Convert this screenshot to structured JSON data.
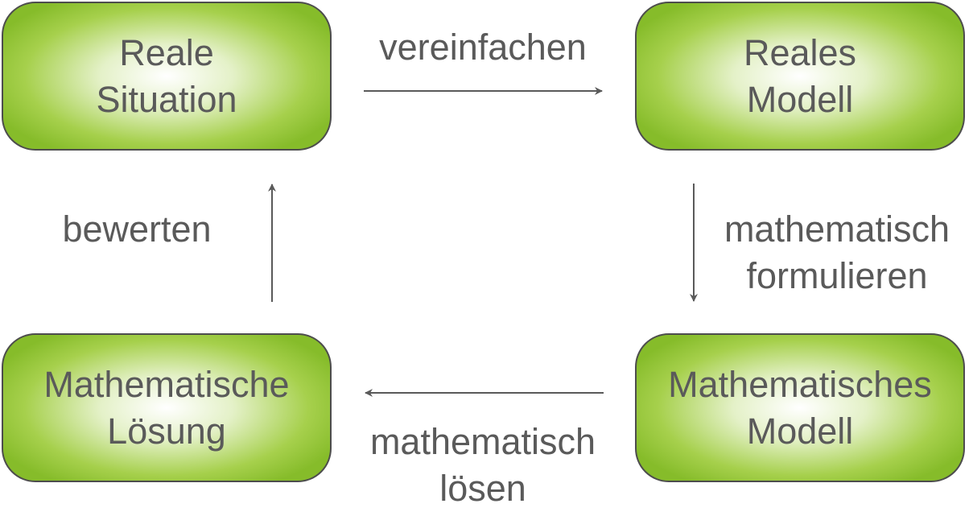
{
  "boxes": {
    "top_left": {
      "line1": "Reale",
      "line2": "Situation"
    },
    "top_right": {
      "line1": "Reales",
      "line2": "Modell"
    },
    "bottom_left": {
      "line1": "Mathematische",
      "line2": "Lösung"
    },
    "bottom_right": {
      "line1": "Mathematisches",
      "line2": "Modell"
    }
  },
  "edges": {
    "top": {
      "line1": "vereinfachen"
    },
    "right": {
      "line1": "mathematisch",
      "line2": "formulieren"
    },
    "bottom": {
      "line1": "mathematisch",
      "line2": "lösen"
    },
    "left": {
      "line1": "bewerten"
    }
  },
  "colors": {
    "box_fill_edge": "#86bc2a",
    "box_fill_center": "#ffffff",
    "text": "#5a5a5a",
    "arrow": "#5a5a5a"
  }
}
